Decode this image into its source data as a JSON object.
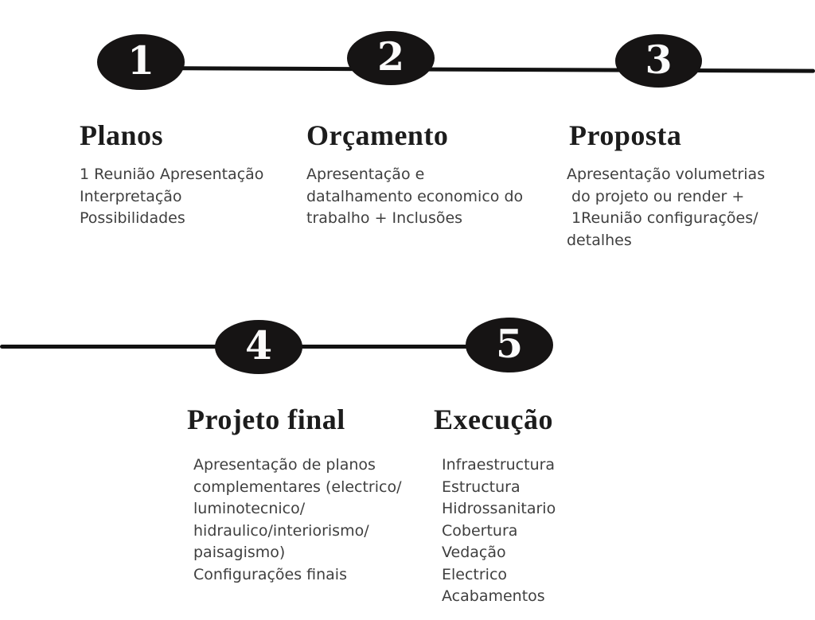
{
  "theme": {
    "bg": "#ffffff",
    "marker-fill": "#161414",
    "number-color": "#fbfbfb",
    "title-color": "#1c1c1c",
    "body-color": "#3f3f3f",
    "line-color": "#121212"
  },
  "diagram_type": "process-timeline",
  "steps": [
    {
      "number": "1",
      "title": "Planos",
      "description": "1 Reunião Apresentação\nInterpretação\nPossibilidades"
    },
    {
      "number": "2",
      "title": "Orçamento",
      "description": "Apresentação e\ndatalhamento economico do\ntrabalho + Inclusões"
    },
    {
      "number": "3",
      "title": "Proposta",
      "description": "Apresentação volumetrias\n do projeto ou render +\n 1Reunião configurações/\ndetalhes"
    },
    {
      "number": "4",
      "title": "Projeto final",
      "description": "Apresentação de planos\ncomplementares (electrico/\nluminotecnico/\nhidraulico/interiorismo/\npaisagismo)\nConfigurações finais"
    },
    {
      "number": "5",
      "title": "Execução",
      "description": "Infraestructura\nEstructura\nHidrossanitario\nCobertura\nVedação\nElectrico\nAcabamentos"
    }
  ]
}
